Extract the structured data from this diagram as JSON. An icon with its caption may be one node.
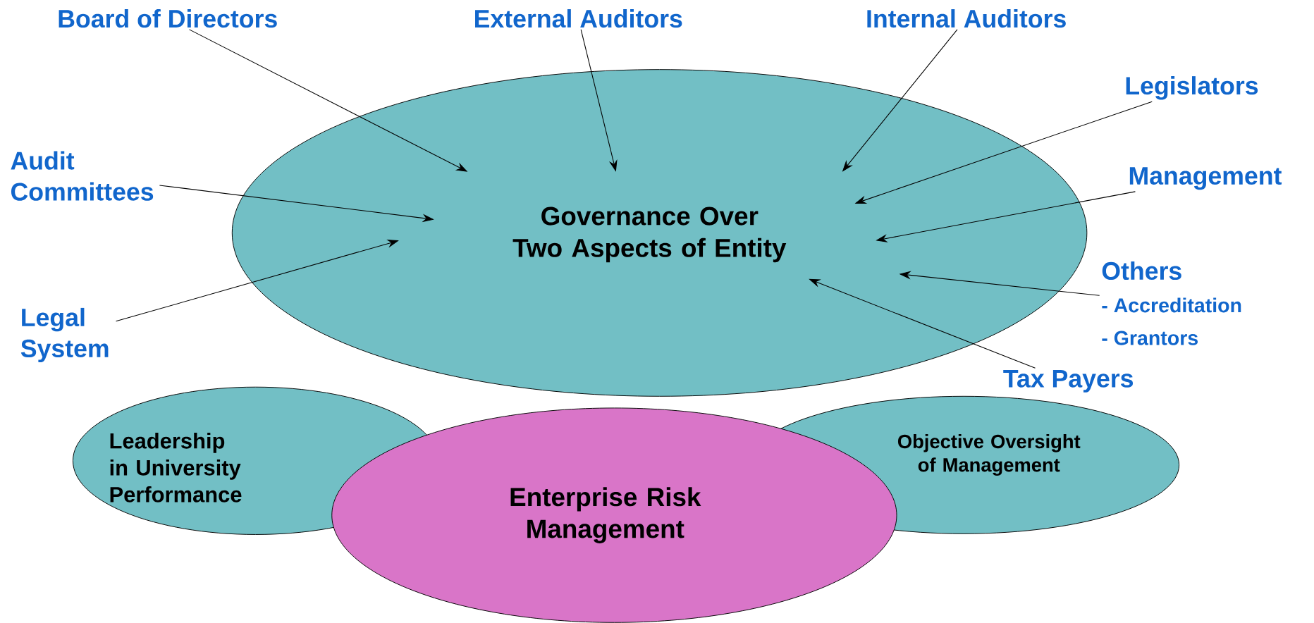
{
  "diagram": {
    "nodes": [
      {
        "text": [
          "Governance Over Two Aspects of Entity"
        ]
      },
      {
        "text": [
          "Board of Directors"
        ]
      },
      {
        "text": [
          "External Auditors"
        ]
      },
      {
        "text": [
          "Internal Auditors"
        ]
      },
      {
        "text": [
          "Legislators"
        ]
      },
      {
        "text": [
          "Audit Committees"
        ]
      },
      {
        "text": [
          "Management"
        ]
      },
      {
        "text": [
          "Legal System"
        ]
      },
      {
        "text": [
          "Others",
          "- Accreditation",
          "- Grantors"
        ]
      },
      {
        "text": [
          "Tax Payers"
        ]
      },
      {
        "text": [
          "Leadership in University Performance"
        ]
      },
      {
        "text": [
          "Objective Oversight of Management"
        ]
      },
      {
        "text": [
          "Enterprise Risk Management"
        ]
      }
    ],
    "edges": [
      {
        "from": 1,
        "to": 0,
        "arrow": "to"
      },
      {
        "from": 2,
        "to": 0,
        "arrow": "to"
      },
      {
        "from": 3,
        "to": 0,
        "arrow": "to"
      },
      {
        "from": 4,
        "to": 0,
        "arrow": "to"
      },
      {
        "from": 5,
        "to": 0,
        "arrow": "to"
      },
      {
        "from": 6,
        "to": 0,
        "arrow": "to"
      },
      {
        "from": 7,
        "to": 0,
        "arrow": "to"
      },
      {
        "from": 8,
        "to": 0,
        "arrow": "to"
      },
      {
        "from": 9,
        "to": 0,
        "arrow": "to"
      }
    ]
  }
}
